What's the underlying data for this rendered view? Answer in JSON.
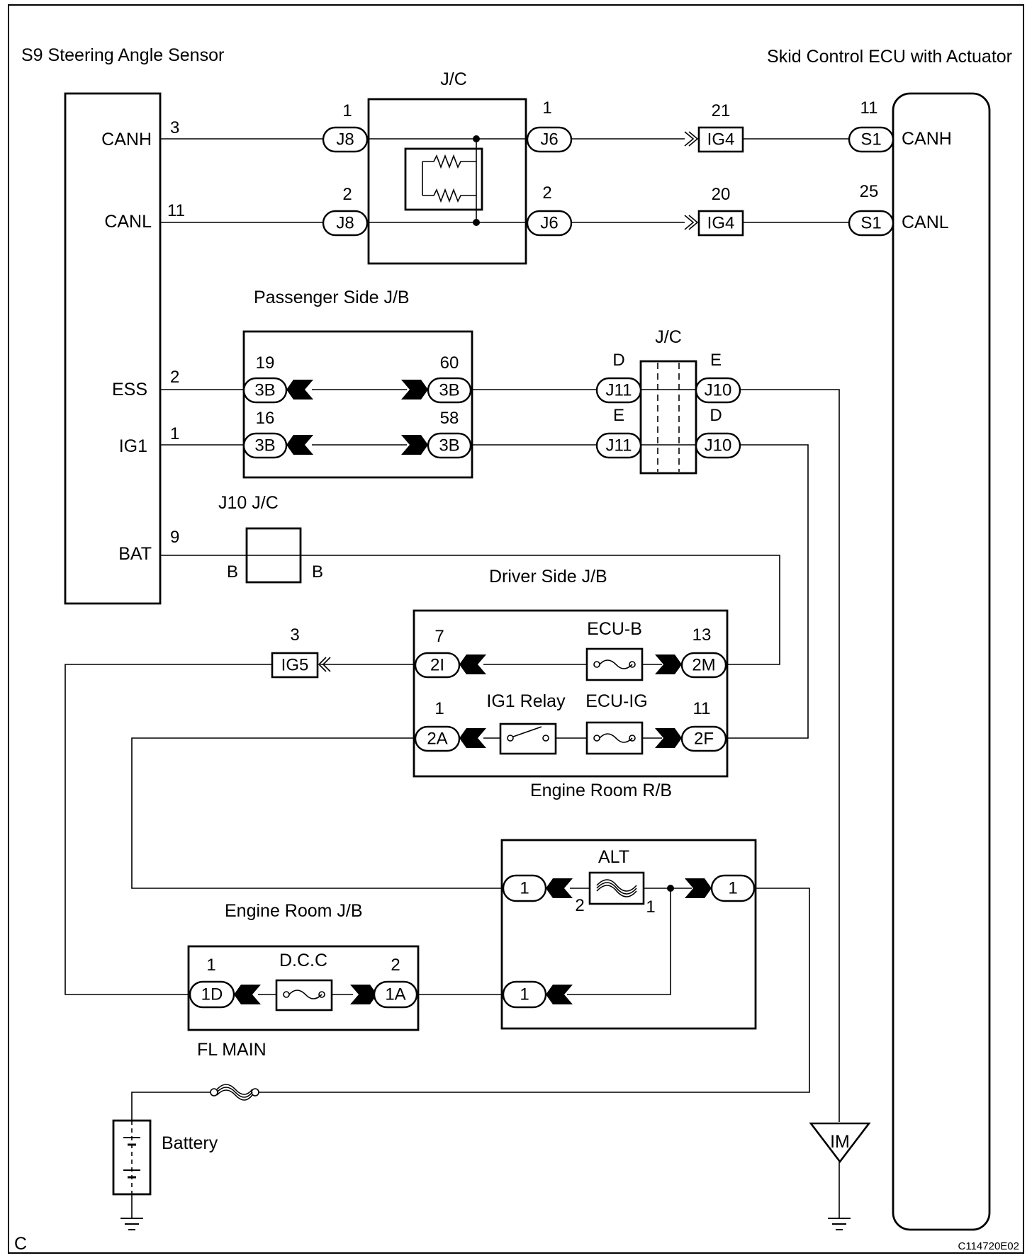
{
  "components": {
    "sensor": "S9  Steering Angle Sensor",
    "ecu": "Skid Control ECU with Actuator",
    "jc_top": "J/C",
    "passenger_jb": "Passenger Side J/B",
    "jc_mid": "J/C",
    "j10_jc": "J10  J/C",
    "driver_jb": "Driver Side J/B",
    "engine_rb": "Engine Room R/B",
    "engine_jb": "Engine Room J/B",
    "fl_main": "FL MAIN",
    "battery": "Battery",
    "im": "IM",
    "corner": "C",
    "figure_id": "C114720E02"
  },
  "sensor_terminals": [
    {
      "name": "CANH",
      "pin": "3"
    },
    {
      "name": "CANL",
      "pin": "11"
    },
    {
      "name": "ESS",
      "pin": "2"
    },
    {
      "name": "IG1",
      "pin": "1"
    },
    {
      "name": "BAT",
      "pin": "9"
    }
  ],
  "ecu_terminals": [
    {
      "name": "CANH",
      "pin": "11",
      "connector": "S1"
    },
    {
      "name": "CANL",
      "pin": "25",
      "connector": "S1"
    }
  ],
  "connectors": {
    "j8_1": {
      "label": "J8",
      "pin": "1"
    },
    "j8_2": {
      "label": "J8",
      "pin": "2"
    },
    "j6_1": {
      "label": "J6",
      "pin": "1"
    },
    "j6_2": {
      "label": "J6",
      "pin": "2"
    },
    "ig4_21": {
      "label": "IG4",
      "pin": "21"
    },
    "ig4_20": {
      "label": "IG4",
      "pin": "20"
    },
    "3b_19": {
      "label": "3B",
      "pin": "19"
    },
    "3b_60": {
      "label": "3B",
      "pin": "60"
    },
    "3b_16": {
      "label": "3B",
      "pin": "16"
    },
    "3b_58": {
      "label": "3B",
      "pin": "58"
    },
    "j11_d": {
      "label": "J11",
      "pin": "D"
    },
    "j11_e": {
      "label": "J11",
      "pin": "E"
    },
    "j10_e": {
      "label": "J10",
      "pin": "E"
    },
    "j10_d": {
      "label": "J10",
      "pin": "D"
    },
    "j10_b_left": "B",
    "j10_b_right": "B",
    "ig5": {
      "label": "IG5",
      "pin": "3"
    },
    "2i": {
      "label": "2I",
      "pin": "7"
    },
    "2m": {
      "label": "2M",
      "pin": "13"
    },
    "2a": {
      "label": "2A",
      "pin": "1"
    },
    "2f": {
      "label": "2F",
      "pin": "11"
    },
    "er_left": {
      "label": "1"
    },
    "er_right": {
      "label": "1"
    },
    "er_bottom": {
      "label": "1"
    },
    "1d": {
      "label": "1D",
      "pin": "1"
    },
    "1a": {
      "label": "1A",
      "pin": "2"
    }
  },
  "fuses": {
    "ecu_b": "ECU-B",
    "ecu_ig": "ECU-IG",
    "ig1_relay": "IG1 Relay",
    "alt": "ALT",
    "alt_pin_left": "2",
    "alt_pin_right": "1",
    "dcc": "D.C.C"
  }
}
